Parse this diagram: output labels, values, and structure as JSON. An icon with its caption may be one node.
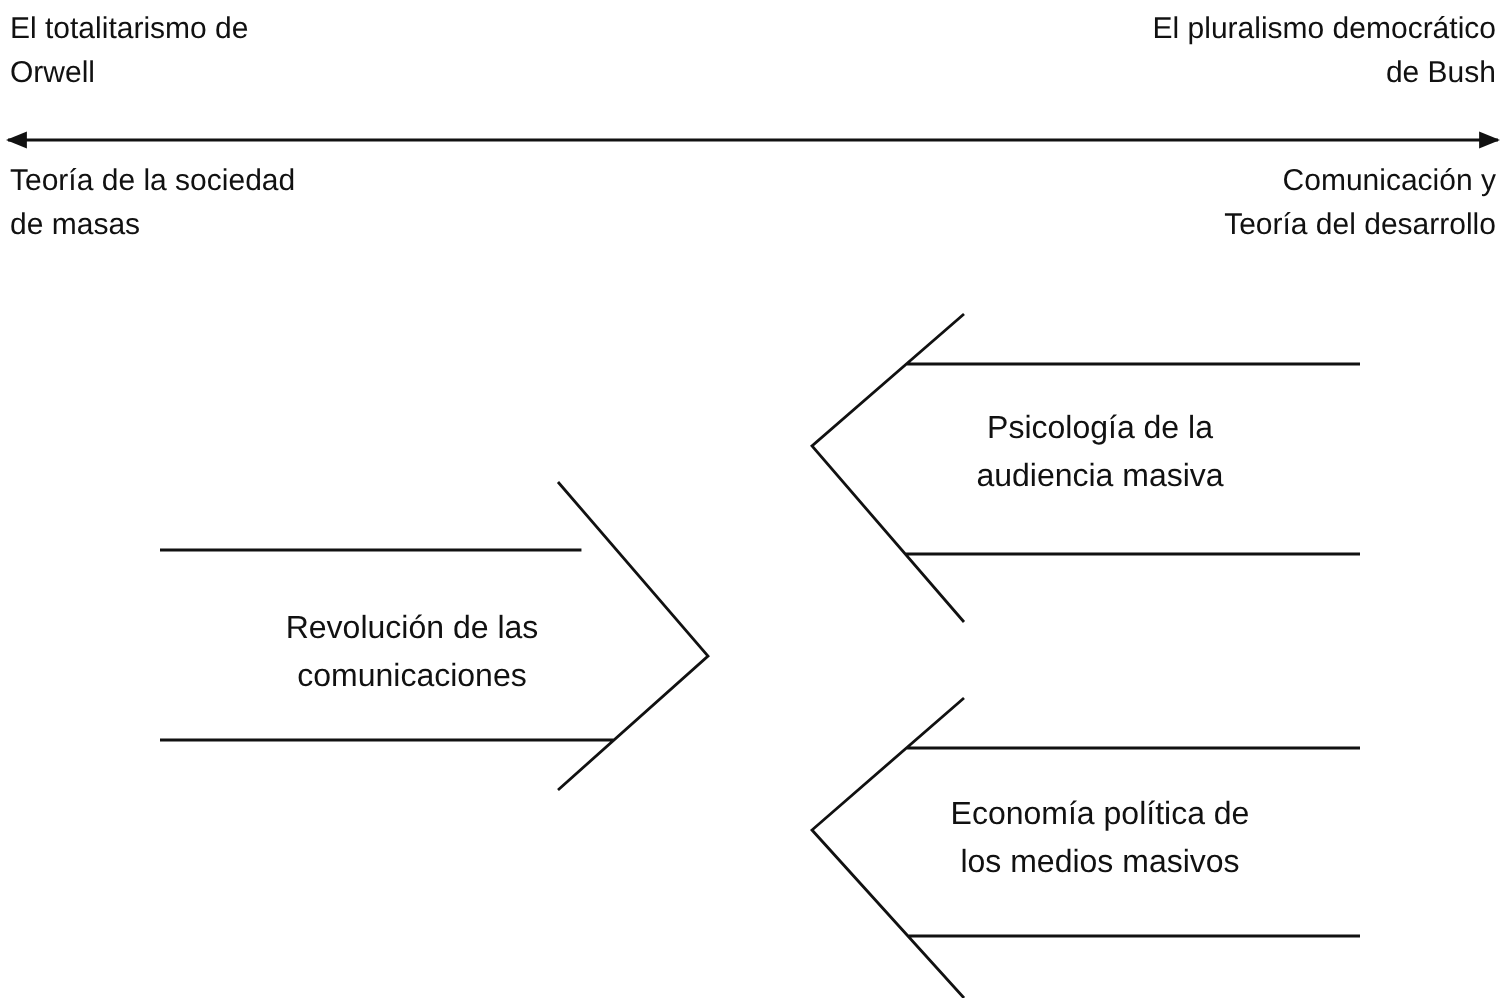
{
  "diagram": {
    "nodes": [
      {
        "text": [
          "Revolución de las comunicaciones"
        ]
      },
      {
        "text": [
          "Psicología de la audiencia masiva"
        ]
      },
      {
        "text": [
          "Economía política de los medios masivos"
        ]
      }
    ],
    "edges": [],
    "labels": [
      "El totalitarismo de Orwell",
      "El pluralismo democrático de Bush",
      "Teoría de la sociedad de masas",
      "Comunicación y Teoría del desarrollo"
    ]
  }
}
